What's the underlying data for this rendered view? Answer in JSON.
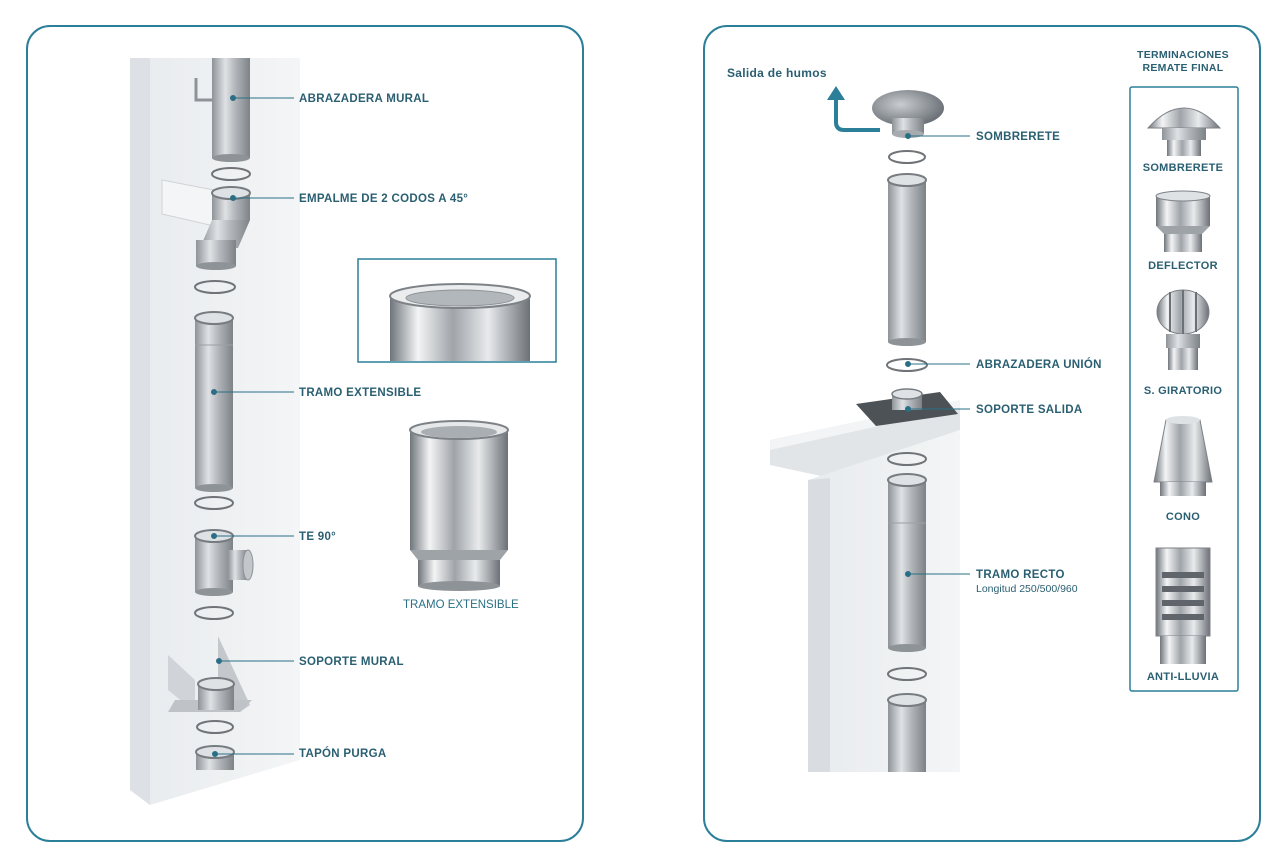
{
  "left_panel": {
    "labels": {
      "abrazadera_mural": "ABRAZADERA MURAL",
      "empalme": "EMPALME DE 2 CODOS A 45°",
      "tramo_extensible": "TRAMO EXTENSIBLE",
      "te_90": "TE 90°",
      "soporte_mural": "SOPORTE MURAL",
      "tapon_purga": "TAPÓN PURGA"
    },
    "detail_caption": "TRAMO EXTENSIBLE"
  },
  "right_panel": {
    "smoke_outlet": "Salida de humos",
    "labels": {
      "sombrerete": "SOMBRERETE",
      "abrazadera_union": "ABRAZADERA UNIÓN",
      "soporte_salida": "SOPORTE SALIDA",
      "tramo_recto": "TRAMO RECTO",
      "tramo_recto_sub": "Longitud 250/500/960"
    },
    "terminations": {
      "title_line1": "TERMINACIONES",
      "title_line2": "REMATE FINAL",
      "items": [
        "SOMBRERETE",
        "DEFLECTOR",
        "S. GIRATORIO",
        "CONO",
        "ANTI-LLUVIA"
      ]
    }
  },
  "colors": {
    "frame": "#2c7f99",
    "label_text": "#2a5f72",
    "wall": "#eef0f2",
    "steel": "#b9bdc1"
  }
}
